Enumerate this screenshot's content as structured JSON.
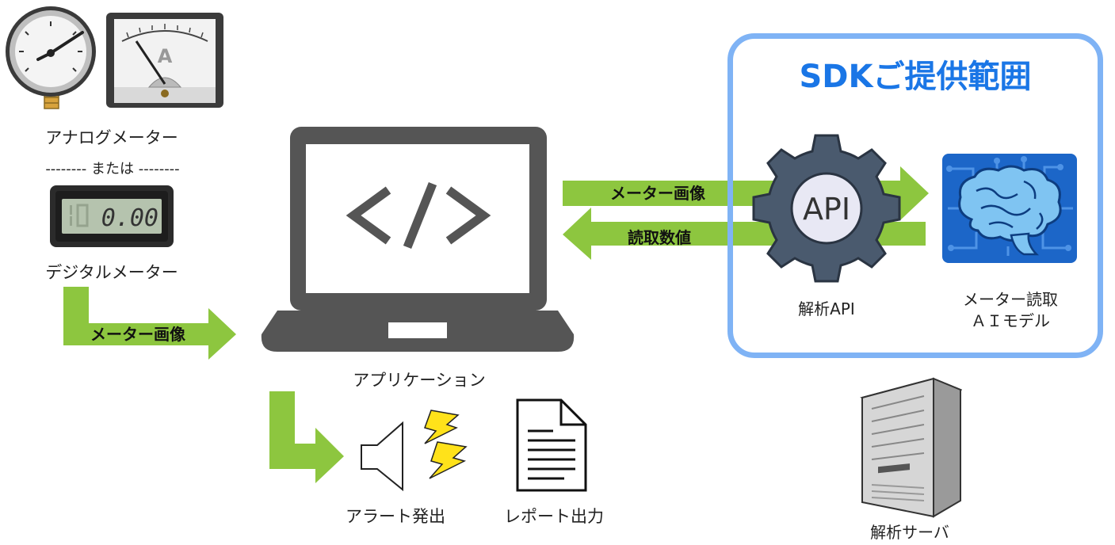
{
  "meters": {
    "analog_label": "アナログメーター",
    "or_label": "-------- または --------",
    "digital_label": "デジタルメーター",
    "digital_reading": "0.00",
    "ammeter_letter": "A"
  },
  "flows": {
    "meter_image_left": "メーター画像",
    "meter_image_right": "メーター画像",
    "reading_value": "読取数値"
  },
  "app": {
    "label": "アプリケーション",
    "code_symbol": "</>"
  },
  "outputs": {
    "alert_label": "アラート発出",
    "report_label": "レポート出力"
  },
  "sdk": {
    "title": "SDKご提供範囲",
    "api_gear_text": "API",
    "api_label": "解析API",
    "ai_label_line1": "メーター読取",
    "ai_label_line2": "ＡＩモデル"
  },
  "server": {
    "label": "解析サーバ"
  },
  "colors": {
    "arrow_green": "#8dc63f",
    "laptop_gray": "#555555",
    "sdk_border": "#7fb3f5",
    "sdk_title": "#1a76e6",
    "gear": "#4a5a6e",
    "brain_bg": "#1c66c8"
  }
}
